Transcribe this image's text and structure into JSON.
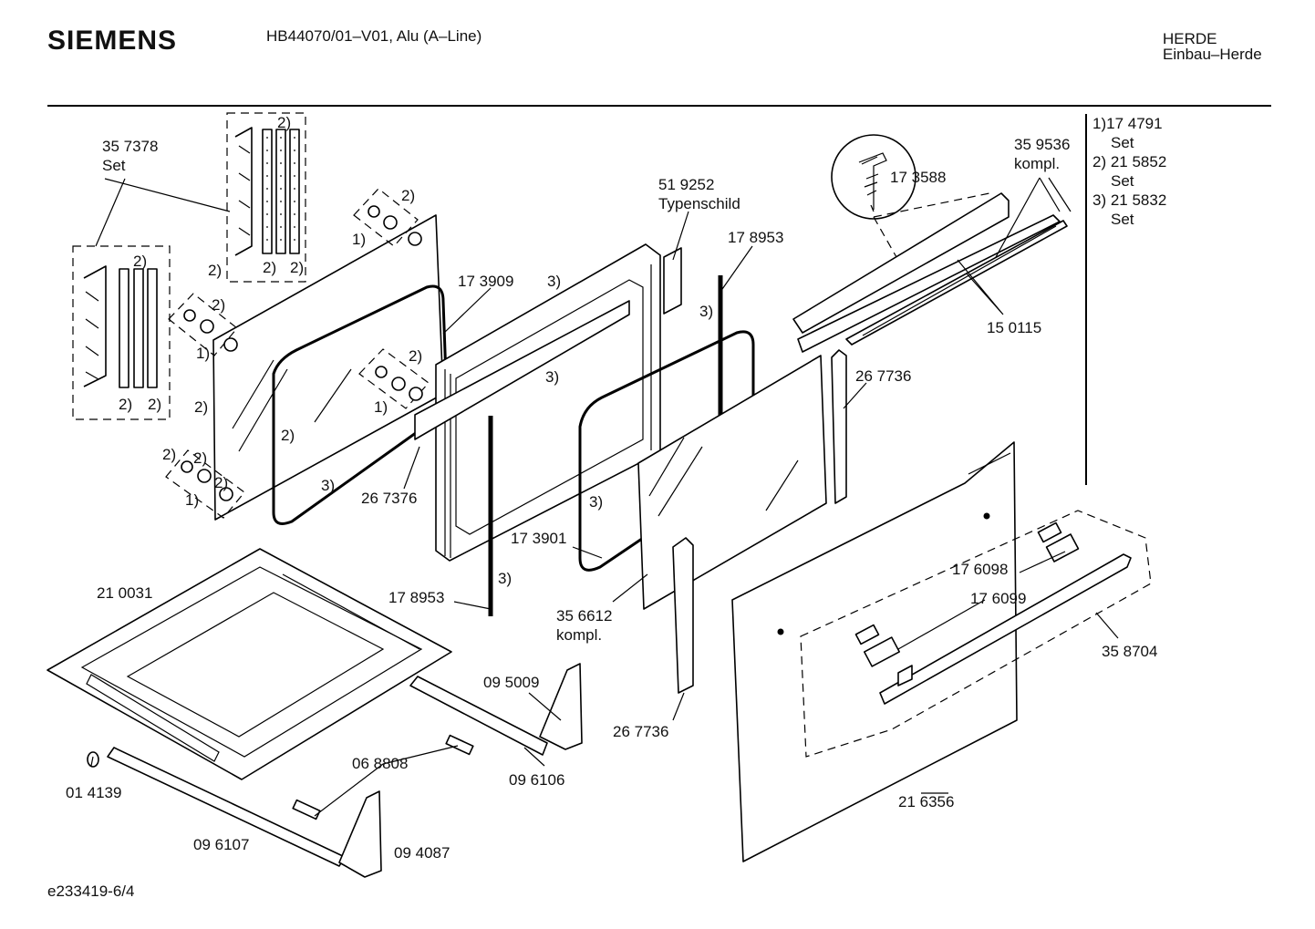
{
  "header": {
    "brand": "SIEMENS",
    "model": "HB44070/01–V01, Alu (A–Line)",
    "category_1": "HERDE",
    "category_2": "Einbau–Herde"
  },
  "footer": {
    "drawing_id": "e233419-6/4"
  },
  "set_legend": {
    "line1": "1)17 4791",
    "line2": "Set",
    "line3": "2) 21 5852",
    "line4": "Set",
    "line5": "3) 21 5832",
    "line6": "Set"
  },
  "part_labels": {
    "p357378": "35 7378",
    "p357378_set": "Set",
    "p519252": "51 9252",
    "p519252_name": "Typenschild",
    "p173909": "17 3909",
    "p178953_top": "17 8953",
    "p173588": "17 3588",
    "p359536": "35 9536",
    "p359536_kompl": "kompl.",
    "p150115": "15 0115",
    "p267736_top": "26 7736",
    "p267376": "26 7376",
    "p173901": "17 3901",
    "p178953_bottom": "17 8953",
    "p356612": "35 6612",
    "p356612_kompl": "kompl.",
    "p210031": "21 0031",
    "p095009": "09 5009",
    "p096106": "09 6106",
    "p068808": "06 8808",
    "p014139": "01 4139",
    "p096107": "09 6107",
    "p094087": "09 4087",
    "p267736_bottom": "26 7736",
    "p176098": "17 6098",
    "p176099": "17 6099",
    "p358704": "35 8704",
    "p216356": "21 6356"
  },
  "refs": {
    "r1": "2)",
    "r2": "2)",
    "r3": "2)",
    "r4": "2)",
    "r5": "2)",
    "r6": "2)",
    "r7": "2)",
    "r8": "2)",
    "r9": "2)",
    "r10": "1)",
    "r11": "2)",
    "r12": "1)",
    "r13": "2)",
    "r14": "2)",
    "r15": "1)",
    "r16": "2)",
    "r17": "2)",
    "r18": "1)",
    "r19": "2)",
    "r20": "3)",
    "r21": "3)",
    "r22": "3)",
    "r23": "3)",
    "r24": "3)",
    "r25": "3)"
  }
}
